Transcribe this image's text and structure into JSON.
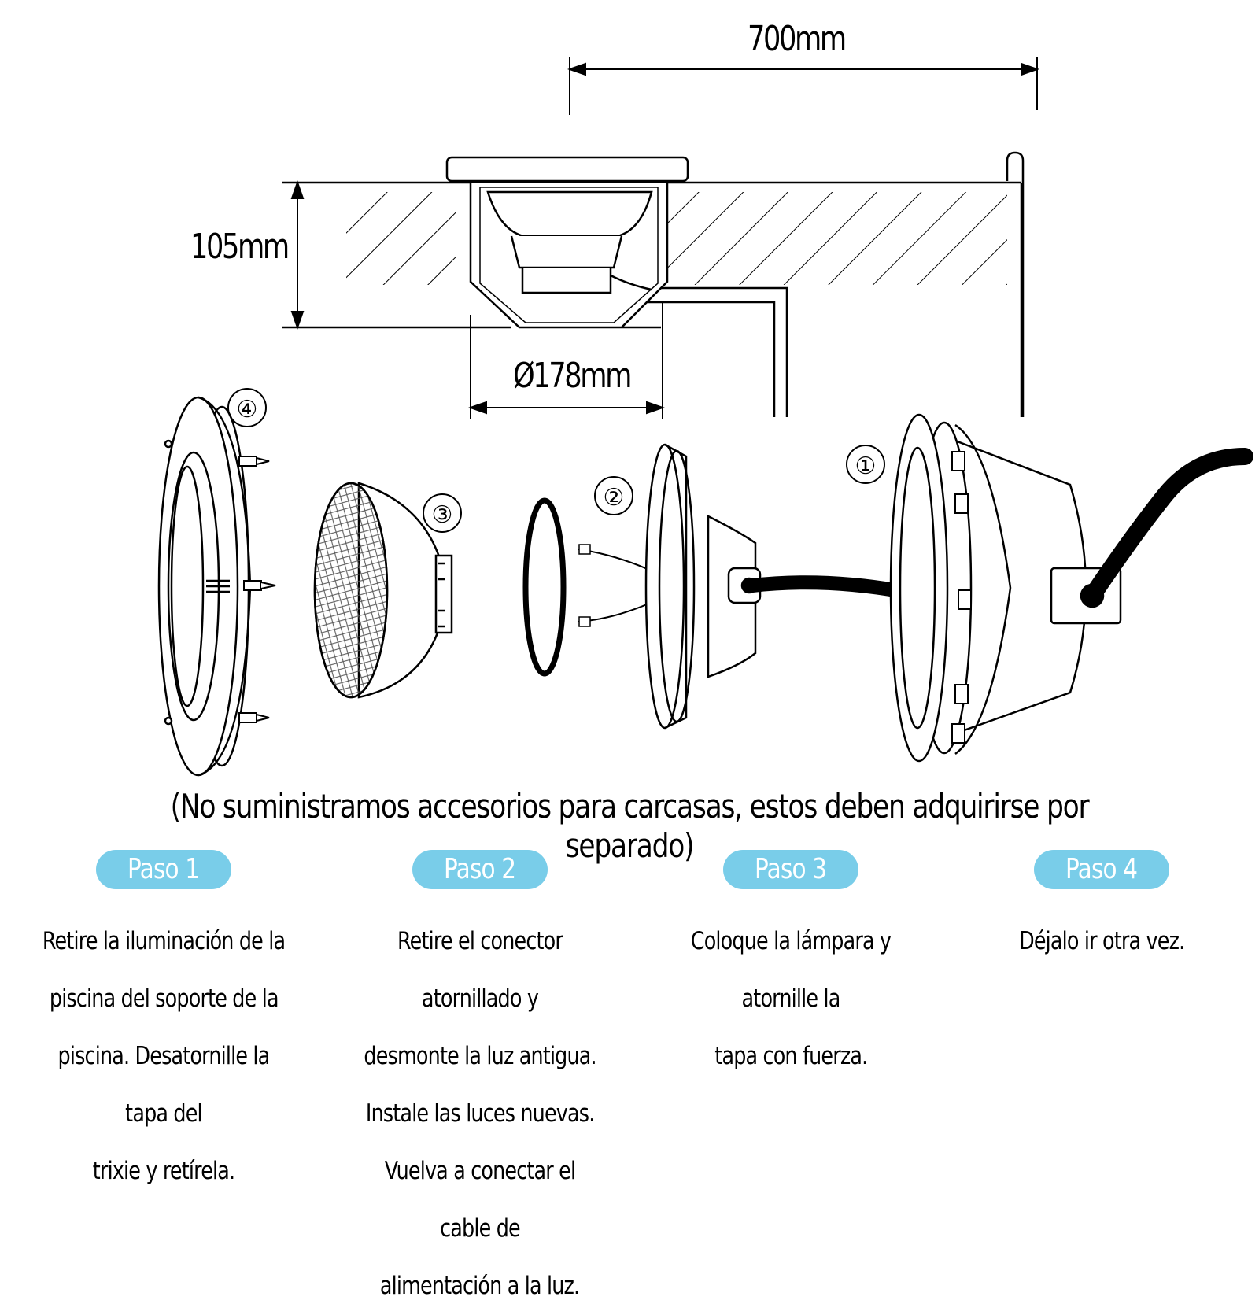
{
  "dimensions": {
    "width": "700mm",
    "height": "105mm",
    "diameter": "Ø178mm"
  },
  "callouts": [
    "①",
    "②",
    "③",
    "④"
  ],
  "notice": "(No suministramos accesorios para carcasas, estos deben adquirirse por separado)",
  "steps": [
    {
      "label": "Paso 1",
      "lines": [
        "Retire la iluminación de la",
        "piscina del soporte de la",
        "piscina. Desatornille la tapa del",
        "trixie y retírela."
      ]
    },
    {
      "label": "Paso 2",
      "lines": [
        "Retire el conector atornillado y",
        "desmonte la luz antigua.",
        "Instale las luces nuevas.",
        "Vuelva a conectar el cable de",
        "alimentación a la luz."
      ]
    },
    {
      "label": "Paso 3",
      "lines": [
        "Coloque la lámpara y atornille la",
        "tapa con fuerza."
      ]
    },
    {
      "label": "Paso 4",
      "lines": [
        "Déjalo ir otra vez."
      ]
    }
  ],
  "colors": {
    "pill": "#79cde9",
    "line": "#000000"
  }
}
